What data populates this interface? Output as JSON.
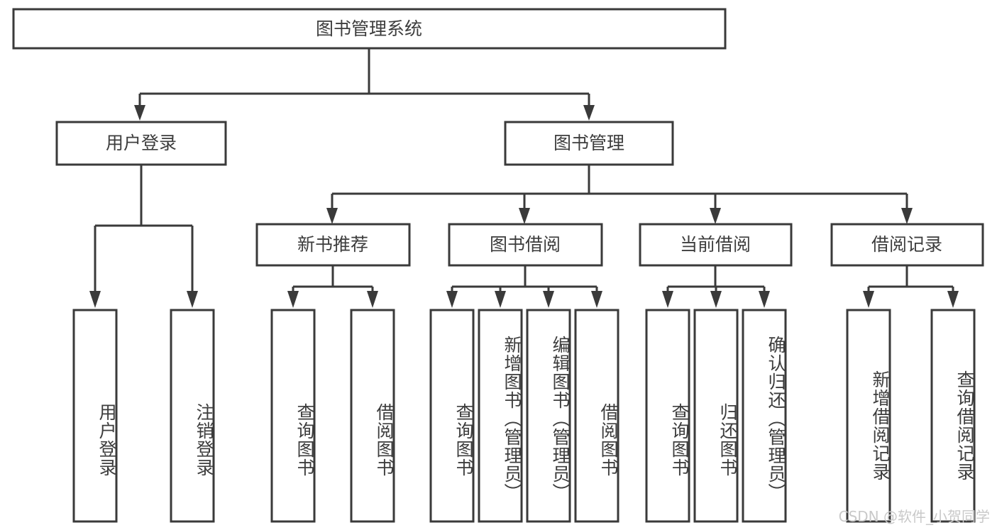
{
  "diagram": {
    "title": "图书管理系统",
    "type": "hierarchy-tree",
    "root": {
      "id": "root",
      "label": "图书管理系统"
    },
    "level2": [
      {
        "id": "user-login",
        "label": "用户登录"
      },
      {
        "id": "book-management",
        "label": "图书管理"
      }
    ],
    "level3": [
      {
        "id": "new-book-recommend",
        "label": "新书推荐",
        "parent": "book-management"
      },
      {
        "id": "book-borrow",
        "label": "图书借阅",
        "parent": "book-management"
      },
      {
        "id": "current-borrow",
        "label": "当前借阅",
        "parent": "book-management"
      },
      {
        "id": "borrow-record",
        "label": "借阅记录",
        "parent": "book-management"
      }
    ],
    "leaves": [
      {
        "id": "leaf-user-login",
        "label": "用户登录",
        "parent": "user-login"
      },
      {
        "id": "leaf-user-logout",
        "label": "注销登录",
        "parent": "user-login"
      },
      {
        "id": "leaf-query-book-1",
        "label": "查询图书",
        "parent": "new-book-recommend"
      },
      {
        "id": "leaf-borrow-book-1",
        "label": "借阅图书",
        "parent": "new-book-recommend"
      },
      {
        "id": "leaf-query-book-2",
        "label": "查询图书",
        "parent": "book-borrow"
      },
      {
        "id": "leaf-add-book",
        "label": "新增图书（管理员）",
        "parent": "book-borrow"
      },
      {
        "id": "leaf-edit-book",
        "label": "编辑图书（管理员）",
        "parent": "book-borrow"
      },
      {
        "id": "leaf-borrow-book-2",
        "label": "借阅图书",
        "parent": "book-borrow"
      },
      {
        "id": "leaf-query-book-3",
        "label": "查询图书",
        "parent": "current-borrow"
      },
      {
        "id": "leaf-return-book",
        "label": "归还图书",
        "parent": "current-borrow"
      },
      {
        "id": "leaf-confirm-return",
        "label": "确认归还（管理员）",
        "parent": "current-borrow"
      },
      {
        "id": "leaf-add-record",
        "label": "新增借阅记录",
        "parent": "borrow-record"
      },
      {
        "id": "leaf-query-record",
        "label": "查询借阅记录",
        "parent": "borrow-record"
      }
    ],
    "watermark": "CSDN @软件_小贺同学",
    "colors": {
      "border": "#3a3a3a",
      "text": "#3d3d3d",
      "background": "#ffffff",
      "watermark": "#c9c9c9"
    }
  }
}
